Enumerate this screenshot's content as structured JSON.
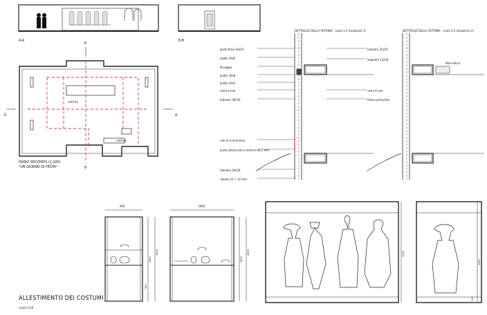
{
  "sections": {
    "aa": "A-A",
    "bb": "B-B"
  },
  "plan": {
    "title_line1": "PIANO SECONDO (1:100)",
    "title_line2": "\"UN GIORNO DI FESTA\"",
    "vetrina_label": "vetrina",
    "marker_a": "A",
    "marker_b": "B"
  },
  "detail1": {
    "title": "DETTAGLIO DELLA VETRINA - scala 1:2 (soluzione 1)",
    "left_labels": [
      "guida fissa 10x10",
      "piatto 20x5",
      "fissaggio",
      "piatto 30x8",
      "piatto 20x5",
      "vetro 6 mm",
      "tubolare 30x30"
    ],
    "right_labels": [
      "tubolare 25x50",
      "angolare 12x20",
      "vetro 6 mm",
      "telaio portavetro"
    ],
    "left_labels_lower": [
      "rulli di scorrimento",
      "porta distaccalie in lamiera da 1 mm",
      "tubolare 20x30",
      "ripiano 12 + 12 mm"
    ]
  },
  "detail2": {
    "title": "DETTAGLIO DELLA VETRINA - scala 1:2 (soluzione 2)",
    "label": "fibra ottica"
  },
  "elevations": {
    "w1": "900",
    "w2": "1400",
    "dims": [
      "2000",
      "2200",
      "900",
      "2000",
      "2200",
      "2200",
      "2000",
      "120"
    ]
  },
  "footer": {
    "title": "ALLESTIMENTO DEI COSTUMI",
    "scale": "scala 1:20"
  }
}
